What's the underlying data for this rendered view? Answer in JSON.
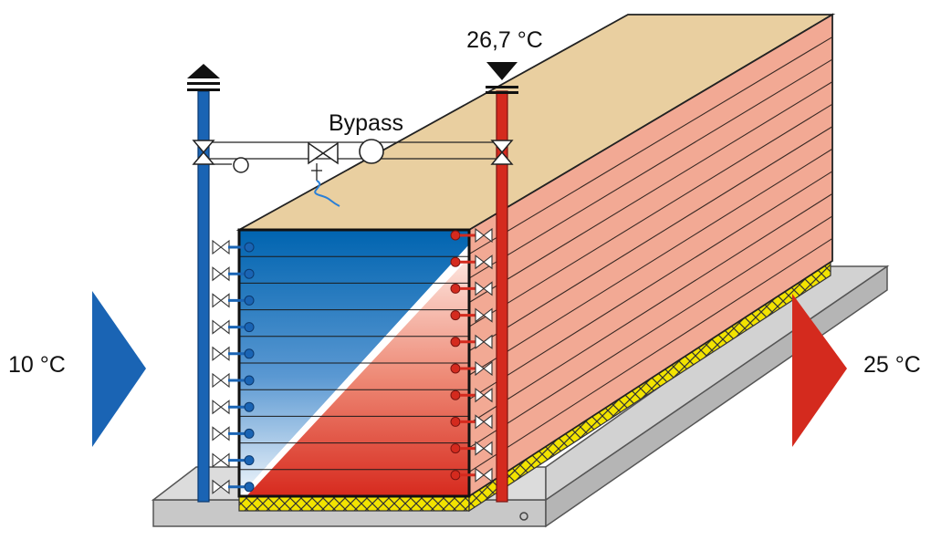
{
  "labels": {
    "outlet_temp": "26,7 °C",
    "bypass": "Bypass",
    "inlet_air": "10 °C",
    "outlet_air": "25 °C"
  },
  "colors": {
    "cold": "#1a64b4",
    "hot": "#d42a1e",
    "top_face": "#e9cfa0",
    "side_face": "#f2a994",
    "base": "#c8c8c8",
    "insulation": "#f2e300"
  },
  "exchanger": {
    "circuit_rows": 10
  }
}
